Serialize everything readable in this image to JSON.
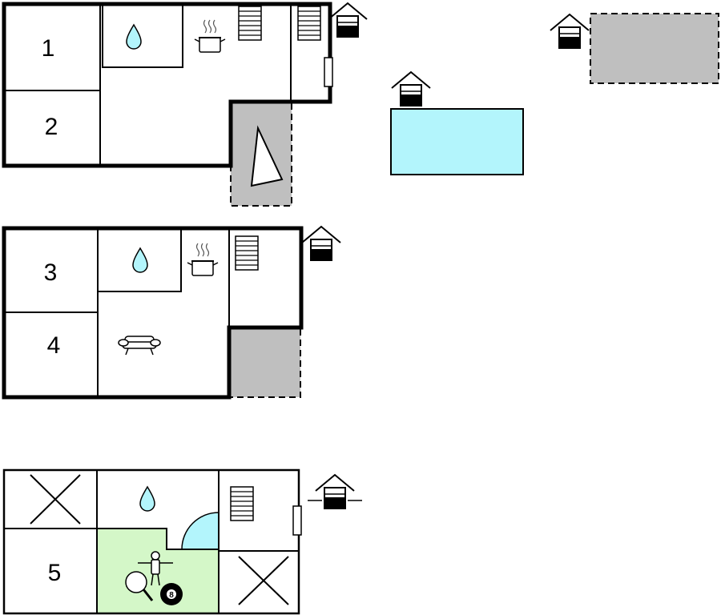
{
  "colors": {
    "wall": "#000000",
    "terrace": "#bfbfbf",
    "pool": "#b3f5fc",
    "water": "#b3f5fc",
    "game_room": "#d4f7c8",
    "background": "#ffffff"
  },
  "floors": [
    {
      "rooms": [
        {
          "label": "1"
        },
        {
          "label": "2"
        }
      ],
      "icons": [
        "bathroom-water-drop-icon",
        "kitchen-pot-icon",
        "staircase-icon",
        "staircase-icon",
        "entrance-house-icon",
        "door-icon",
        "terrace-triangle-icon"
      ]
    },
    {
      "rooms": [
        {
          "label": "3"
        },
        {
          "label": "4"
        }
      ],
      "icons": [
        "bathroom-water-drop-icon",
        "kitchen-pot-icon",
        "staircase-icon",
        "sofa-icon",
        "entrance-house-icon"
      ]
    },
    {
      "rooms": [
        {
          "label": "5"
        }
      ],
      "icons": [
        "bathroom-water-drop-icon",
        "staircase-icon",
        "door-icon",
        "shower-quarter-icon",
        "table-tennis-icon",
        "foosball-icon",
        "billiard-ball-icon",
        "entrance-house-icon"
      ],
      "billiard_number": "8"
    }
  ],
  "outdoor": [
    "pool",
    "pool-entrance-house-icon",
    "parking-area",
    "parking-entrance-house-icon"
  ]
}
